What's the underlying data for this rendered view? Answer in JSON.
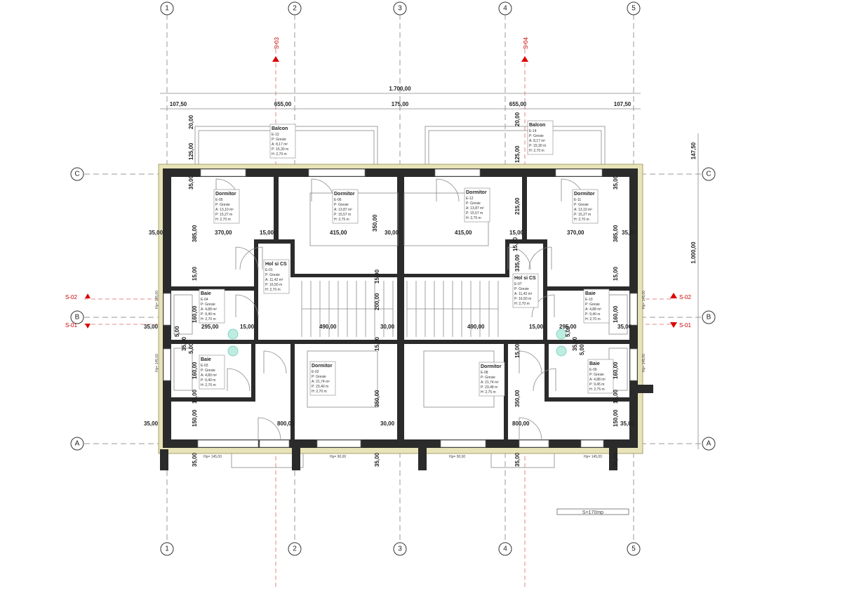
{
  "plan": {
    "axes_vertical": [
      "1",
      "2",
      "3",
      "4",
      "5"
    ],
    "axes_horizontal": [
      "C",
      "B",
      "A"
    ],
    "sections": {
      "s01": "S-01",
      "s02": "S-02",
      "s03": "S-03",
      "s04": "S-04"
    },
    "overall_width": "1.700,00",
    "overall_depth": "1.000,00",
    "top_dims": [
      "107,50",
      "655,00",
      "175,00",
      "655,00",
      "107,50"
    ],
    "right_top_dim": "147,50",
    "area_label": "S=170mp",
    "window_heights": [
      "Hp= 145,00",
      "Hp= 145,00",
      "Hp= 145,00",
      "Hp= 145,00",
      "Hp= 145,00",
      "Hp= 90,00",
      "Hp= 90,00",
      "Hp= 145,00"
    ],
    "dims": [
      "20,00",
      "125,00",
      "35,00",
      "370,00",
      "15,00",
      "415,00",
      "350,00",
      "30,00",
      "415,00",
      "215,00",
      "15,00",
      "370,00",
      "35,00",
      "385,00",
      "385,00",
      "35,00",
      "35,00",
      "15,00",
      "15,00",
      "15,00",
      "15,00",
      "200,00",
      "335,00",
      "35,00",
      "295,00",
      "15,00",
      "490,00",
      "30,00",
      "490,00",
      "15,00",
      "295,00",
      "35,00",
      "5,00",
      "35,00",
      "5,00",
      "5,00",
      "35,00",
      "5,00",
      "160,00",
      "160,00",
      "160,00",
      "160,00",
      "15,00",
      "15,00",
      "15,00",
      "15,00",
      "350,00",
      "350,00",
      "150,00",
      "150,00",
      "35,00",
      "800,00",
      "30,00",
      "800,00",
      "35,00",
      "35,00",
      "35,00",
      "35,00",
      "35,00",
      "20,00",
      "125,00"
    ],
    "rooms": [
      {
        "name": "Balcon",
        "code": "E-13",
        "floor": "P:   Gresie",
        "area": "A:  8,17 m²",
        "perim": "P: 15,30 m",
        "height": "H:  2,70 m"
      },
      {
        "name": "Balcon",
        "code": "E-14",
        "floor": "P:   Gresie",
        "area": "A:  8,17 m²",
        "perim": "P: 15,30 m",
        "height": "H:  2,70 m"
      },
      {
        "name": "Dormitor",
        "code": "E-05",
        "floor": "P:   Gresie",
        "area": "A: 13,10 m²",
        "perim": "P: 15,27 m",
        "height": "H:  2,70 m"
      },
      {
        "name": "Dormitor",
        "code": "E-06",
        "floor": "P:   Gresie",
        "area": "A: 13,87 m²",
        "perim": "P: 15,57 m",
        "height": "H:  2,75 m"
      },
      {
        "name": "Dormitor",
        "code": "E-12",
        "floor": "P:   Gresie",
        "area": "A: 13,87 m²",
        "perim": "P: 15,57 m",
        "height": "H:  2,75 m"
      },
      {
        "name": "Dormitor",
        "code": "E-11",
        "floor": "P:   Gresie",
        "area": "A: 13,10 m²",
        "perim": "P: 15,27 m",
        "height": "H:  2,70 m"
      },
      {
        "name": "Hol si CS",
        "code": "E-01",
        "floor": "P:   Gresie",
        "area": "A: 11,42 m²",
        "perim": "P: 16,50 m",
        "height": "H:  2,70 m"
      },
      {
        "name": "Hol si CS",
        "code": "E-07",
        "floor": "P:   Gresie",
        "area": "A: 11,42 m²",
        "perim": "P: 16,50 m",
        "height": "H:  2,70 m"
      },
      {
        "name": "Baie",
        "code": "E-04",
        "floor": "P:   Gresie",
        "area": "A: 4,88 m²",
        "perim": "P: 9,40 m",
        "height": "H:  2,70 m"
      },
      {
        "name": "Baie",
        "code": "E-10",
        "floor": "P:   Gresie",
        "area": "A: 4,88 m²",
        "perim": "P: 9,40 m",
        "height": "H:  2,70 m"
      },
      {
        "name": "Baie",
        "code": "E-03",
        "floor": "P:   Gresie",
        "area": "A: 4,80 m²",
        "perim": "P: 9,40 m",
        "height": "H:  2,70 m"
      },
      {
        "name": "Baie",
        "code": "E-09",
        "floor": "P:   Gresie",
        "area": "A: 4,88 m²",
        "perim": "P: 9,45 m",
        "height": "H:  2,75 m"
      },
      {
        "name": "Dormitor",
        "code": "E-02",
        "floor": "P:   Gresie",
        "area": "A: 21,74 m²",
        "perim": "P: 23,40 m",
        "height": "H:  2,70 m"
      },
      {
        "name": "Dormitor",
        "code": "E-08",
        "floor": "P:   Gresie",
        "area": "A: 21,74 m²",
        "perim": "P: 23,48 m",
        "height": "H:  2,75 m"
      }
    ],
    "colors": {
      "walls": "#2b2b2b",
      "insulation": "#e8e3b8",
      "section_marker": "#cc0000",
      "sanitary": "#7fd6c2"
    }
  }
}
